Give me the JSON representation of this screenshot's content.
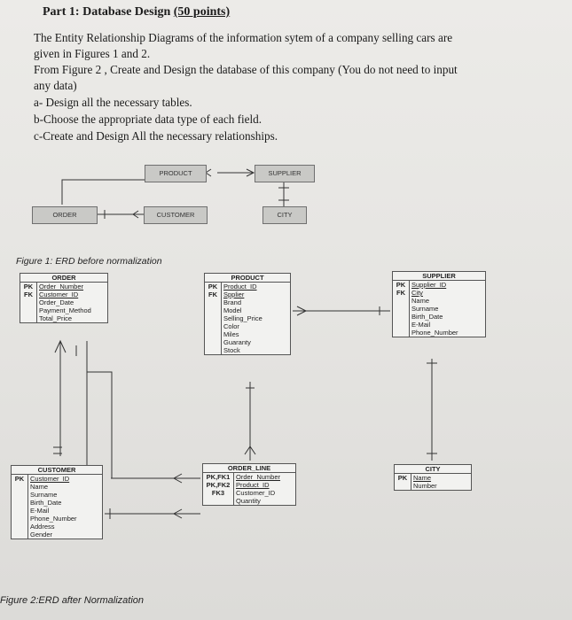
{
  "doc": {
    "heading_part": "Part 1: Database Design",
    "heading_points": "(50 points)",
    "lines": [
      "The Entity Relationship Diagrams of the information sytem of a company selling cars are",
      "given in Figures 1 and 2.",
      "From Figure 2 , Create and Design the database of this company (You do not need to input",
      "any data)",
      "a- Design all the necessary tables.",
      "b-Choose the appropriate data type of each field.",
      "c-Create and Design All the necessary relationships."
    ]
  },
  "fig1": {
    "caption": "Figure 1: ERD before normalization",
    "entities": {
      "product": "PRODUCT",
      "supplier": "SUPPLIER",
      "order": "ORDER",
      "customer": "CUSTOMER",
      "city": "CITY"
    }
  },
  "fig2": {
    "caption": "Figure 2:ERD after Normalization",
    "order": {
      "title": "ORDER",
      "keys": [
        "PK",
        "FK"
      ],
      "fields": [
        "Order_Number",
        "Customer_ID",
        "Order_Date",
        "Payment_Method",
        "Total_Price"
      ]
    },
    "product": {
      "title": "PRODUCT",
      "keys": [
        "PK",
        "FK"
      ],
      "fields": [
        "Product_ID",
        "Spplier",
        "Brand",
        "Model",
        "Selling_Price",
        "Color",
        "Miles",
        "Guaranty",
        "Stock"
      ]
    },
    "supplier": {
      "title": "SUPPLIER",
      "keys": [
        "PK",
        "FK"
      ],
      "fields": [
        "Supplier_ID",
        "City",
        "Name",
        "Surname",
        "Birth_Date",
        "E-Mail",
        "Phone_Number"
      ]
    },
    "customer": {
      "title": "CUSTOMER",
      "keys": [
        "PK"
      ],
      "fields": [
        "Customer_ID",
        "Name",
        "Surname",
        "Birth_Date",
        "E-Mail",
        "Phone_Number",
        "Address",
        "Gender"
      ]
    },
    "order_line": {
      "title": "ORDER_LINE",
      "keys": [
        "PK,FK1",
        "PK,FK2",
        "FK3"
      ],
      "fields": [
        "Order_Number",
        "Product_ID",
        "Customer_ID",
        "Quantity"
      ]
    },
    "city": {
      "title": "CITY",
      "keys": [
        "PK"
      ],
      "fields": [
        "Name",
        "Number"
      ]
    }
  }
}
